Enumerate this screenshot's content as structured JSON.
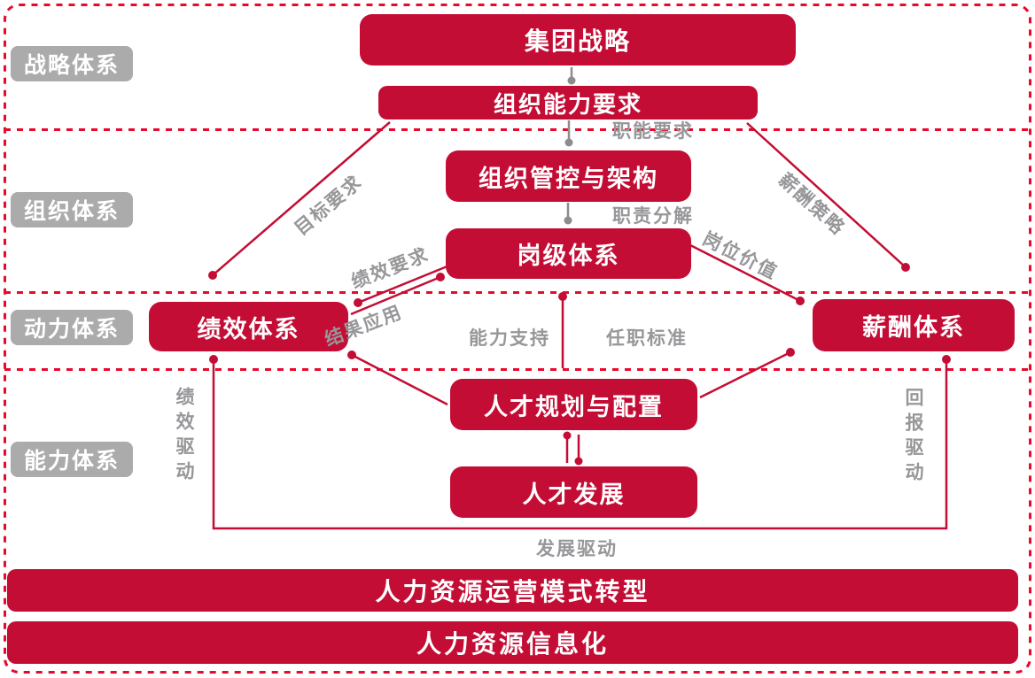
{
  "bands": {
    "strategy": {
      "label": "战略体系"
    },
    "organization": {
      "label": "组织体系"
    },
    "motivation": {
      "label": "动力体系"
    },
    "capability": {
      "label": "能力体系"
    }
  },
  "nodes": {
    "group_strategy": {
      "label": "集团战略"
    },
    "org_capability_req": {
      "label": "组织能力要求"
    },
    "org_governance": {
      "label": "组织管控与架构"
    },
    "grade_system": {
      "label": "岗级体系"
    },
    "performance_system": {
      "label": "绩效体系"
    },
    "compensation_system": {
      "label": "薪酬体系"
    },
    "talent_planning": {
      "label": "人才规划与配置"
    },
    "talent_development": {
      "label": "人才发展"
    }
  },
  "bars": {
    "hr_operating_model": {
      "label": "人力资源运营模式转型"
    },
    "hr_informatization": {
      "label": "人力资源信息化"
    }
  },
  "edge_labels": {
    "functional_req": "职能要求",
    "target_req": "目标要求",
    "compensation_strategy": "薪酬策略",
    "duty_decomposition": "职责分解",
    "performance_req": "绩效要求",
    "result_application": "结果应用",
    "position_value": "岗位价值",
    "capability_support": "能力支持",
    "qualification_standard": "任职标准",
    "performance_drive": "绩效驱动",
    "reward_drive": "回报驱动",
    "development_drive": "发展驱动"
  },
  "colors": {
    "node_red": "#C30D35",
    "dashed_red": "#E8092C",
    "band_label_gray": "#ABABAB",
    "edge_text_gray": "#97979A",
    "connector_gray": "#8C8C8C"
  }
}
